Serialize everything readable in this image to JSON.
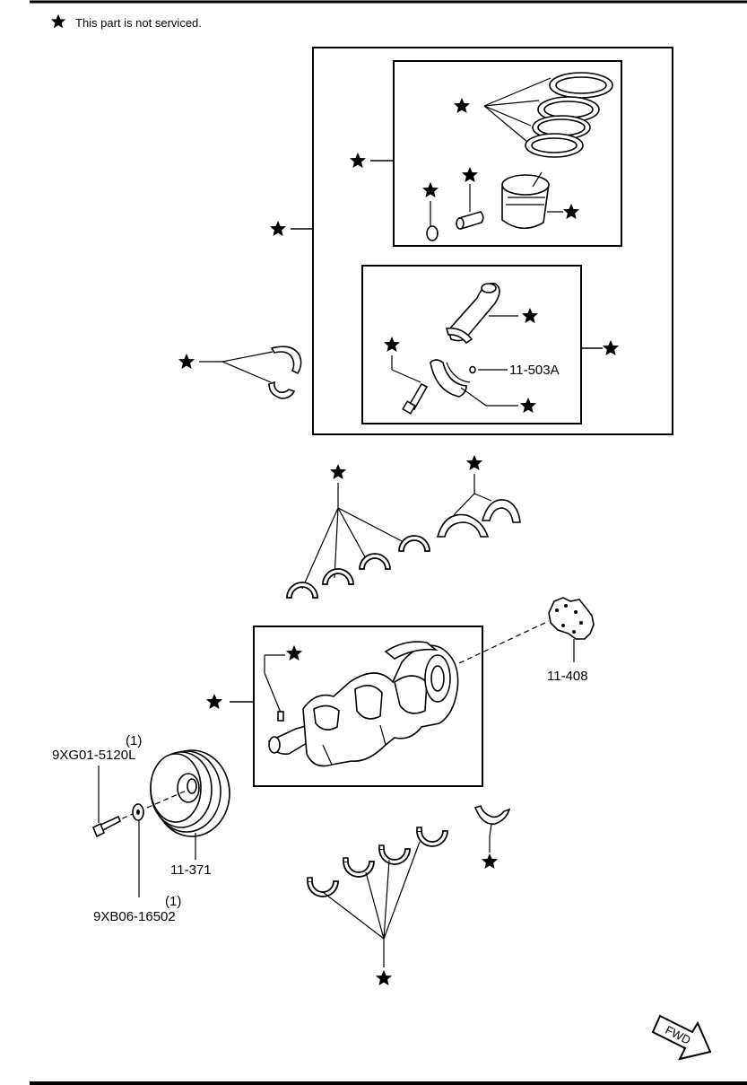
{
  "legend": {
    "text": "This part is not serviced.",
    "icon": "star-icon"
  },
  "labels": {
    "p_11_503A": "11-503A",
    "p_11_408": "11-408",
    "p_11_371": "11-371",
    "bolt_qty": "(1)",
    "bolt_part": "9XG01-5120L",
    "washer_qty": "(1)",
    "washer_part": "9XB06-16502",
    "fwd": "FWD"
  },
  "colors": {
    "line": "#000000",
    "background": "#ffffff"
  }
}
